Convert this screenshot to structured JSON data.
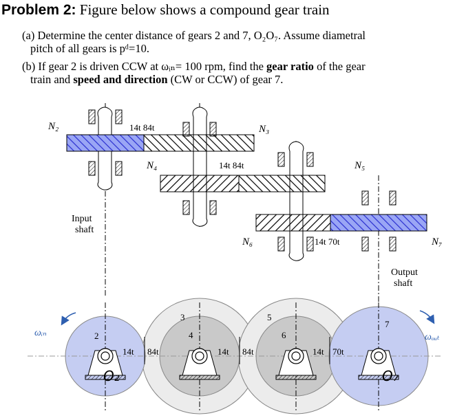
{
  "title": {
    "bold": "Problem 2:",
    "rest": " Figure below shows a compound gear train"
  },
  "question_a": {
    "line1": "(a) Determine the center distance of gears 2 and 7, O₂O₇. Assume diametral",
    "line2": "pitch of all gears is pᵈ=10."
  },
  "question_b": {
    "pre": "(b) If gear 2 is driven CCW at ωᵢₙ= 100 rpm, find the ",
    "bold1": "gear ratio",
    "mid": " of the gear",
    "line2_pre": "train and ",
    "bold2": "speed and direction",
    "line2_post": " (CW or CCW) of gear 7."
  },
  "labels": {
    "n2": "N₂",
    "n3": "N₃",
    "n4": "N₄",
    "n5": "N₅",
    "n6": "N₆",
    "n7": "N₇",
    "t14_84_a": "14t  84t",
    "t14_84_b": "14t  84t",
    "t14_70": "14t  70t",
    "input_shaft": "Input\nshaft",
    "output_shaft": "Output\nshaft",
    "w_in": "ωᵢₙ",
    "w_out": "ωₒᵤₜ",
    "g2": "2",
    "g3": "3",
    "g4": "4",
    "g5": "5",
    "g6": "6",
    "g7": "7",
    "b14a": "14t",
    "b84a": "84t",
    "b14b": "14t",
    "b84b": "84t",
    "b14c": "14t",
    "b70": "70t",
    "o2": "O₂",
    "o7": "O₇"
  },
  "colors": {
    "blue_gear": "#c5cdf2",
    "gray_gear": "#c9c9c9",
    "light_gear": "#ececec",
    "arrow": "#2e5fb0"
  }
}
